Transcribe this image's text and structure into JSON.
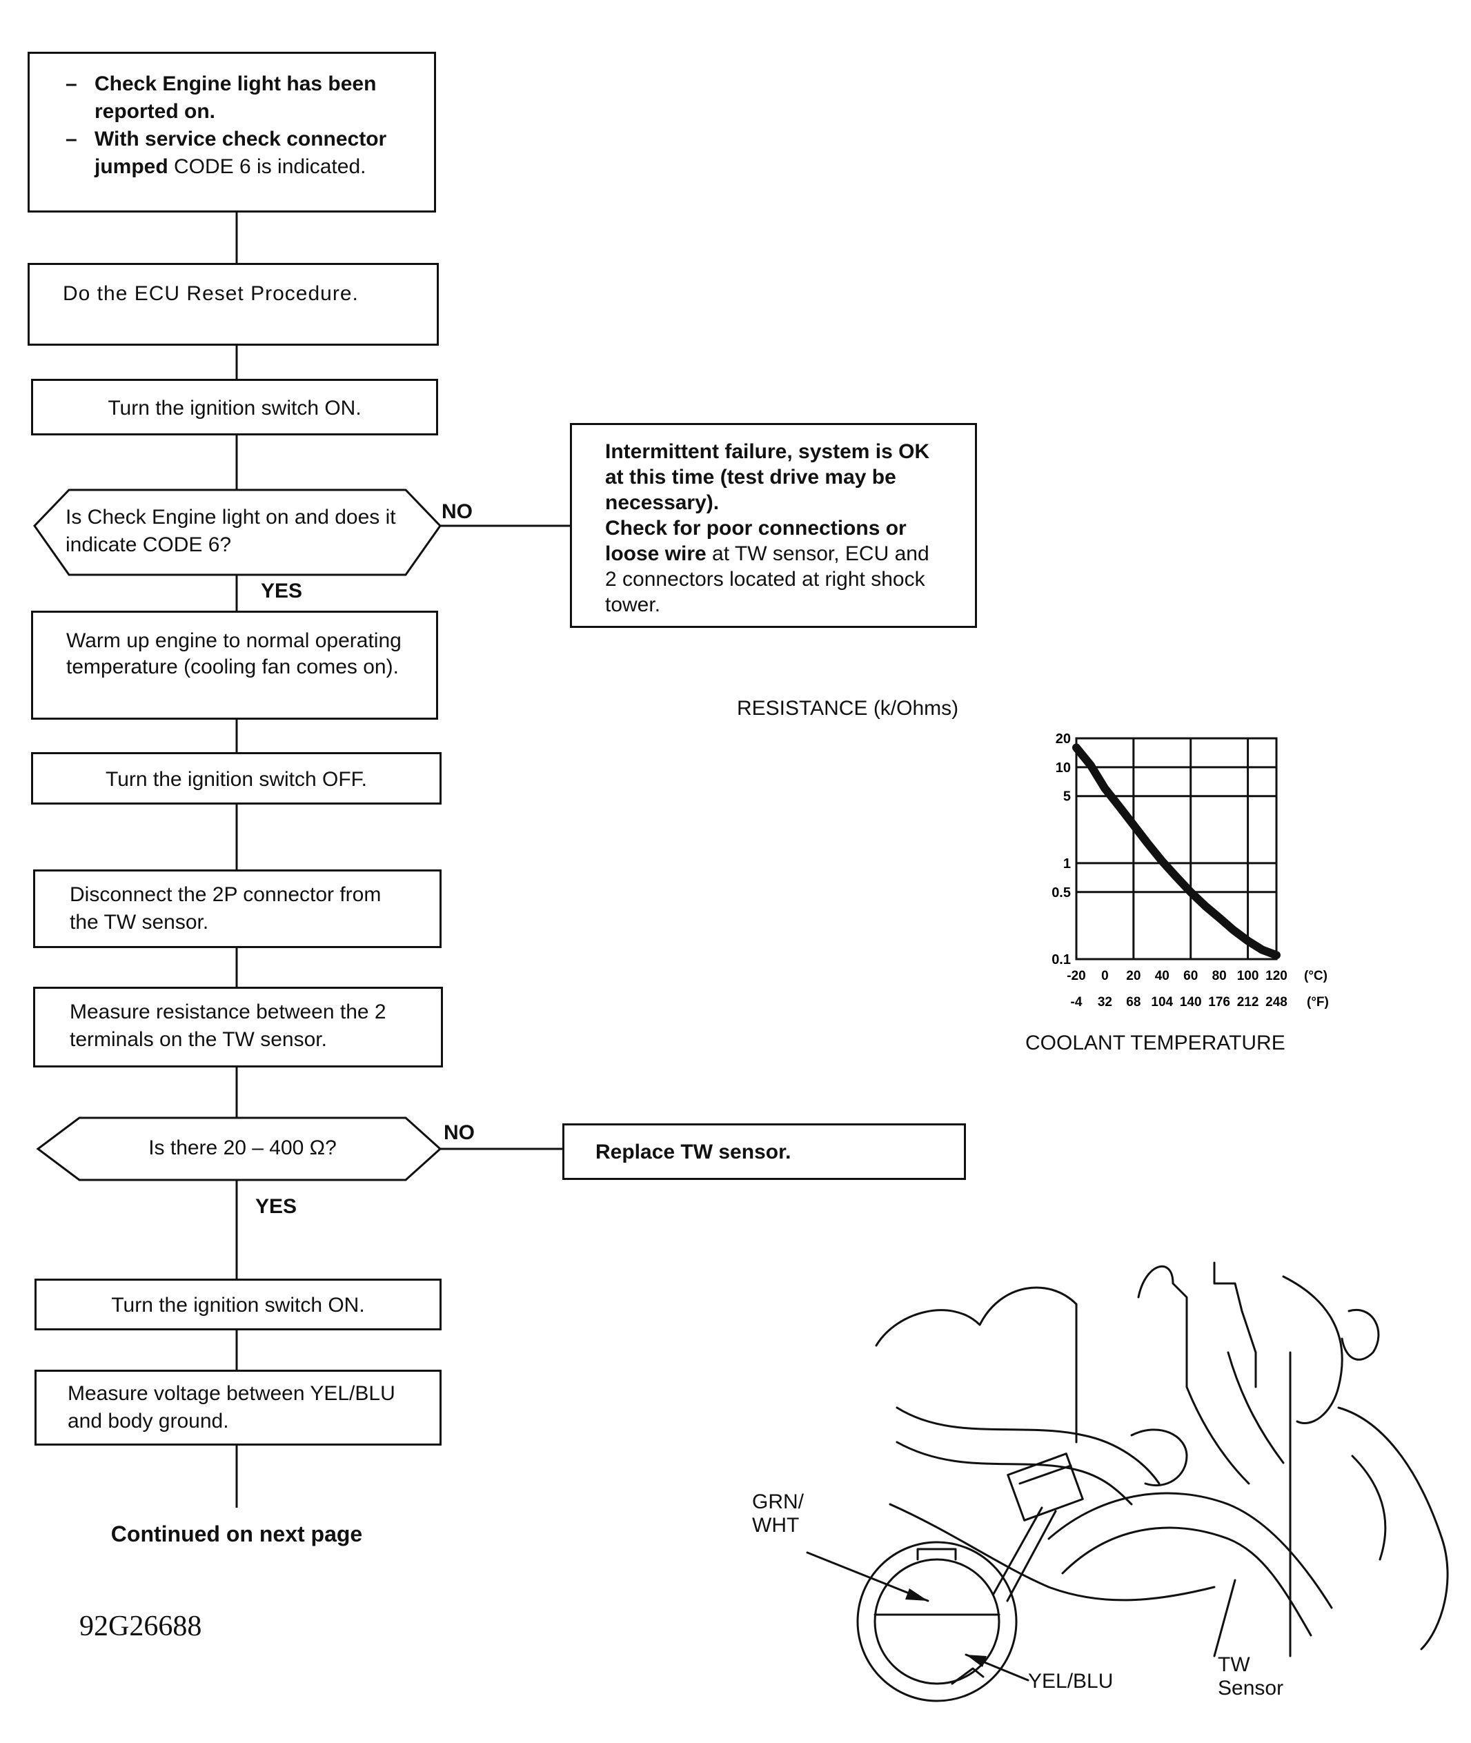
{
  "flowchart": {
    "start_box": {
      "item1": "Check Engine light has been reported on.",
      "item2_bold": "With service check connector jumped",
      "item2_rest": " CODE 6 is indicated."
    },
    "step_reset": "Do the ECU Reset Procedure.",
    "step_ign_on_1": "Turn the ignition switch ON.",
    "decision_1": "Is Check Engine light on and does it indicate CODE 6?",
    "decision_1_no": "NO",
    "decision_1_yes": "YES",
    "intermittent_box": {
      "bold1": "Intermittent failure, system is OK at this time (test drive may be necessary).",
      "bold2": "Check for poor connections or loose wire",
      "rest": " at TW sensor, ECU and 2 connectors located at right shock tower."
    },
    "step_warm": "Warm up engine to normal operating temperature (cooling fan comes on).",
    "step_ign_off": "Turn the ignition switch OFF.",
    "step_disconnect": "Disconnect the 2P connector from the TW sensor.",
    "step_measure_res": "Measure resistance between the 2 terminals on the TW sensor.",
    "decision_2": "Is there 20 – 400 Ω?",
    "decision_2_no": "NO",
    "decision_2_yes": "YES",
    "replace_box": "Replace TW sensor.",
    "step_ign_on_2": "Turn the ignition switch ON.",
    "step_measure_volt": "Measure voltage between YEL/BLU and body ground.",
    "continued": "Continued on next page"
  },
  "figure_id": "92G26688",
  "illustration": {
    "label_grn_wht": "GRN/\nWHT",
    "label_yel_blu": "YEL/BLU",
    "label_tw_sensor": "TW\nSensor"
  },
  "chart_data": {
    "type": "line",
    "title": "",
    "ylabel": "RESISTANCE (k/Ohms)",
    "xlabel": "COOLANT TEMPERATURE",
    "x_unit_c": "(°C)",
    "x_unit_f": "(°F)",
    "y_scale": "log",
    "ylim": [
      0.1,
      20
    ],
    "xlim": [
      -20,
      120
    ],
    "y_ticks": [
      "20",
      "10",
      "5",
      "1",
      "0.5",
      "0.1"
    ],
    "y_tick_values": [
      20,
      10,
      5,
      1,
      0.5,
      0.1
    ],
    "x_ticks_c": [
      "-20",
      "0",
      "20",
      "40",
      "60",
      "80",
      "100",
      "120"
    ],
    "x_ticks_f": [
      "-4",
      "32",
      "68",
      "104",
      "140",
      "176",
      "212",
      "248"
    ],
    "x_tick_values": [
      -20,
      0,
      20,
      40,
      60,
      80,
      100,
      120
    ],
    "grid": true,
    "series": [
      {
        "x": [
          -20,
          -10,
          0,
          10,
          20,
          30,
          40,
          50,
          60,
          70,
          80,
          90,
          100,
          110,
          120
        ],
        "values": [
          16,
          10.5,
          6,
          3.9,
          2.5,
          1.6,
          1.05,
          0.72,
          0.5,
          0.36,
          0.27,
          0.2,
          0.155,
          0.125,
          0.11
        ]
      }
    ]
  }
}
